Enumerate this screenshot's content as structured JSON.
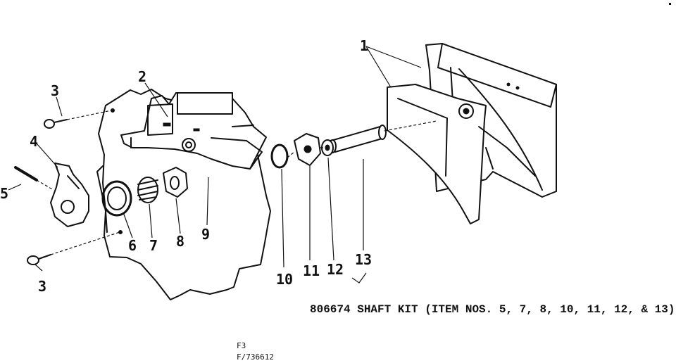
{
  "parts": [
    {
      "number": "1"
    },
    {
      "number": "2"
    },
    {
      "number": "3"
    },
    {
      "number": "3"
    },
    {
      "number": "4"
    },
    {
      "number": "5"
    },
    {
      "number": "6"
    },
    {
      "number": "7"
    },
    {
      "number": "8"
    },
    {
      "number": "9"
    },
    {
      "number": "10"
    },
    {
      "number": "11"
    },
    {
      "number": "12"
    },
    {
      "number": "13"
    }
  ],
  "kit_callout": "806674 SHAFT KIT (ITEM NOS. 5, 7, 8, 10, 11, 12, & 13)",
  "figure_id": "F3",
  "figure_ref": "F/736612"
}
